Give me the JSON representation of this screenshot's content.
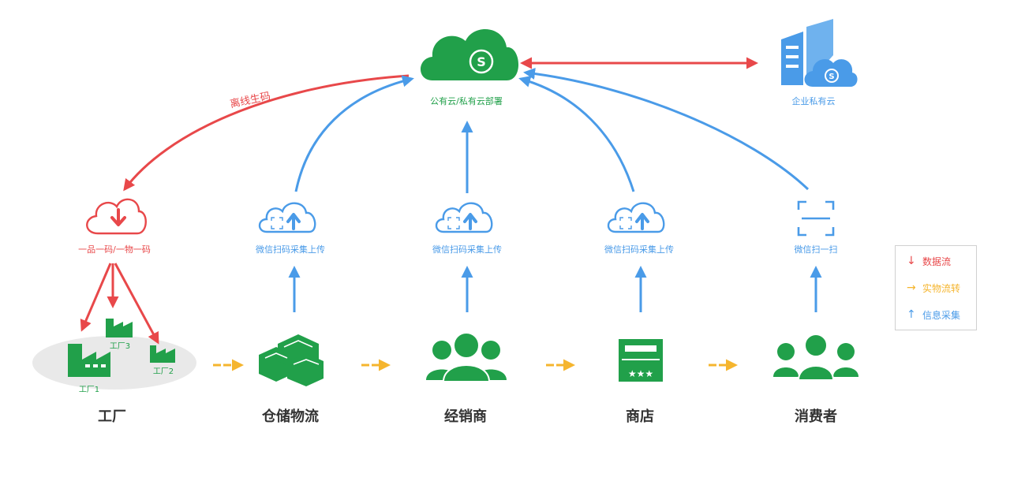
{
  "colors": {
    "red": "#e8484a",
    "blue": "#4a9be8",
    "green": "#21a04a",
    "orange": "#f5b52e",
    "stage_text": "#333333",
    "ellipse": "#e9e9e9"
  },
  "top": {
    "public_cloud_label": "公有云/私有云部署",
    "enterprise_cloud_label": "企业私有云",
    "offline_label": "离线生码"
  },
  "mid": {
    "code_label": "一品一码/一物一码",
    "scan_upload_label": "微信扫码采集上传",
    "scan_label": "微信扫一扫"
  },
  "factory": {
    "f1": "工厂1",
    "f2": "工厂2",
    "f3": "工厂3"
  },
  "stages": [
    "工厂",
    "仓储物流",
    "经销商",
    "商店",
    "消费者"
  ],
  "legend": [
    {
      "icon": "red-down-arrow-icon",
      "symbol": "↓",
      "label": "数据流",
      "color": "#e8484a"
    },
    {
      "icon": "orange-right-arrow-icon",
      "symbol": "→",
      "label": "实物流转",
      "color": "#f5b52e"
    },
    {
      "icon": "blue-up-arrow-icon",
      "symbol": "↑",
      "label": "信息采集",
      "color": "#4a9be8"
    }
  ]
}
